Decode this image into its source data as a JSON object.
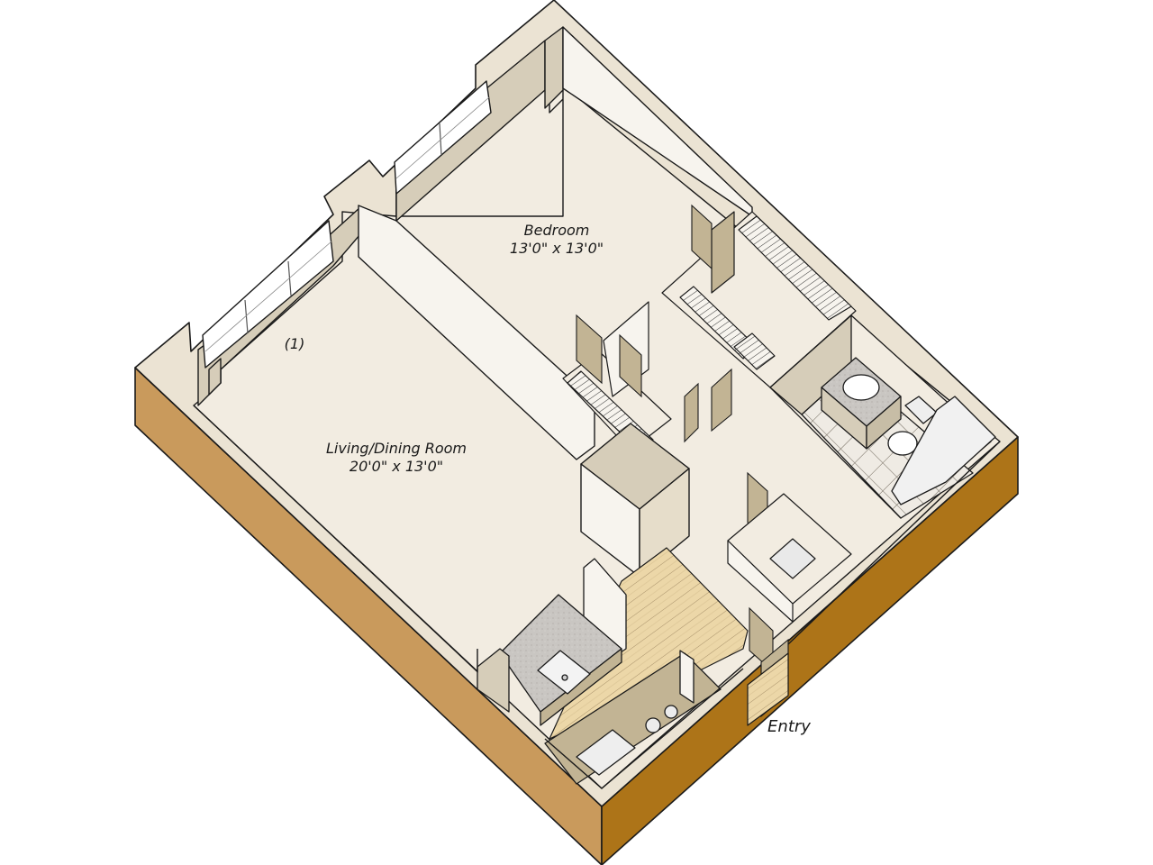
{
  "floorplan": {
    "rooms": [
      {
        "id": "bedroom",
        "name": "Bedroom",
        "dimensions": "13'0\" x 13'0\""
      },
      {
        "id": "living",
        "name": "Living/Dining Room",
        "dimensions": "20'0\" x 13'0\""
      }
    ],
    "annotations": {
      "window_note": "(1)",
      "entry": "Entry"
    },
    "features": [
      "kitchen",
      "bathroom",
      "walk-in-closet",
      "linen-closet",
      "coat-closet",
      "washer-dryer-closet",
      "windows"
    ],
    "colors": {
      "floor": "#f2ece1",
      "wall_top": "#ebe3d3",
      "wall_inner_light": "#f7f4ee",
      "wall_inner_shade": "#d6cdb9",
      "slab_left": "#c99a5c",
      "slab_right": "#ad7418",
      "wood_floor": "#ecd7a8",
      "counter": "#c9c6c2",
      "door": "#c2b494",
      "tile": "#efebe4",
      "outline": "#1a1a1a"
    }
  }
}
